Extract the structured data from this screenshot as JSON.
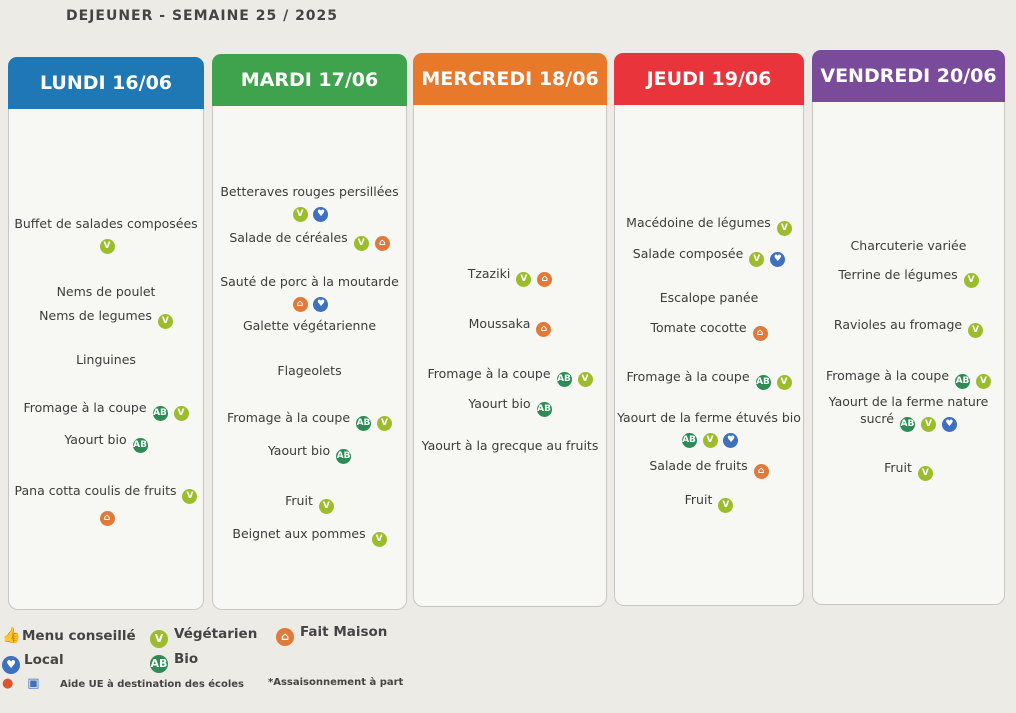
{
  "title": "DEJEUNER - SEMAINE 25 / 2025",
  "icons": {
    "vegetarien": {
      "glyph": "V",
      "color": "#9bbd2c"
    },
    "bio": {
      "glyph": "AB",
      "color": "#2d8b55"
    },
    "fait_maison": {
      "glyph": "⌂",
      "color": "#e07a3a"
    },
    "local": {
      "glyph": "♥",
      "color": "#3f6fbf"
    }
  },
  "days": [
    {
      "label": "LUNDI 16/06",
      "color": "#1f78b4",
      "dishes": [
        {
          "lines": [
            "Buffet de salades composées",
            ""
          ],
          "icons": [
            [],
            [
              "vegetarien"
            ]
          ]
        },
        {
          "lines": [
            "Nems de poulet"
          ],
          "icons": [
            []
          ]
        },
        {
          "lines": [
            "Nems de legumes"
          ],
          "icons": [
            [
              "vegetarien"
            ]
          ]
        },
        {
          "lines": [
            "Linguines"
          ],
          "icons": [
            []
          ]
        },
        {
          "lines": [
            "Fromage à la coupe"
          ],
          "icons": [
            [
              "bio",
              "vegetarien"
            ]
          ]
        },
        {
          "lines": [
            "Yaourt bio"
          ],
          "icons": [
            [
              "bio"
            ]
          ]
        },
        {
          "lines": [
            "Pana cotta coulis de fruits",
            ""
          ],
          "icons": [
            [
              "vegetarien"
            ],
            [
              "fait_maison"
            ]
          ]
        }
      ]
    },
    {
      "label": "MARDI 17/06",
      "color": "#3fa34d",
      "dishes": [
        {
          "lines": [
            "Betteraves rouges persillées",
            ""
          ],
          "icons": [
            [],
            [
              "vegetarien",
              "local"
            ]
          ]
        },
        {
          "lines": [
            "Salade de céréales"
          ],
          "icons": [
            [
              "vegetarien",
              "fait_maison"
            ]
          ]
        },
        {
          "lines": [
            "Sauté de porc à la moutarde",
            ""
          ],
          "icons": [
            [],
            [
              "fait_maison",
              "local"
            ]
          ]
        },
        {
          "lines": [
            "Galette végétarienne"
          ],
          "icons": [
            []
          ]
        },
        {
          "lines": [
            "Flageolets"
          ],
          "icons": [
            []
          ]
        },
        {
          "lines": [
            "Fromage à la coupe"
          ],
          "icons": [
            [
              "bio",
              "vegetarien"
            ]
          ]
        },
        {
          "lines": [
            "Yaourt bio"
          ],
          "icons": [
            [
              "bio"
            ]
          ]
        },
        {
          "lines": [
            "Fruit"
          ],
          "icons": [
            [
              "vegetarien"
            ]
          ]
        },
        {
          "lines": [
            "Beignet aux pommes"
          ],
          "icons": [
            [
              "vegetarien"
            ]
          ]
        }
      ]
    },
    {
      "label": "MERCREDI 18/06",
      "color": "#e8792b",
      "dishes": [
        {
          "lines": [
            "Tzaziki"
          ],
          "icons": [
            [
              "vegetarien",
              "fait_maison"
            ]
          ]
        },
        {
          "lines": [
            "Moussaka"
          ],
          "icons": [
            [
              "fait_maison"
            ]
          ]
        },
        {
          "lines": [
            "Fromage à la coupe"
          ],
          "icons": [
            [
              "bio",
              "vegetarien"
            ]
          ]
        },
        {
          "lines": [
            "Yaourt bio"
          ],
          "icons": [
            [
              "bio"
            ]
          ]
        },
        {
          "lines": [
            "Yaourt à la grecque au fruits"
          ],
          "icons": [
            []
          ]
        }
      ]
    },
    {
      "label": "JEUDI 19/06",
      "color": "#e8343a",
      "dishes": [
        {
          "lines": [
            "Macédoine de légumes"
          ],
          "icons": [
            [
              "vegetarien"
            ]
          ]
        },
        {
          "lines": [
            "Salade composée"
          ],
          "icons": [
            [
              "vegetarien",
              "local"
            ]
          ]
        },
        {
          "lines": [
            "Escalope panée"
          ],
          "icons": [
            []
          ]
        },
        {
          "lines": [
            "Tomate cocotte"
          ],
          "icons": [
            [
              "fait_maison"
            ]
          ]
        },
        {
          "lines": [
            "Fromage à la coupe"
          ],
          "icons": [
            [
              "bio",
              "vegetarien"
            ]
          ]
        },
        {
          "lines": [
            "Yaourt de la ferme étuvés bio",
            ""
          ],
          "icons": [
            [],
            [
              "bio",
              "vegetarien",
              "local"
            ]
          ]
        },
        {
          "lines": [
            "Salade de fruits"
          ],
          "icons": [
            [
              "fait_maison"
            ]
          ]
        },
        {
          "lines": [
            "Fruit"
          ],
          "icons": [
            [
              "vegetarien"
            ]
          ]
        }
      ]
    },
    {
      "label": "VENDREDI 20/06",
      "color": "#7a4b9a",
      "dishes": [
        {
          "lines": [
            "Charcuterie variée"
          ],
          "icons": [
            []
          ]
        },
        {
          "lines": [
            "Terrine de légumes"
          ],
          "icons": [
            [
              "vegetarien"
            ]
          ]
        },
        {
          "lines": [
            "Ravioles au fromage"
          ],
          "icons": [
            [
              "vegetarien"
            ]
          ]
        },
        {
          "lines": [
            "Fromage à la coupe"
          ],
          "icons": [
            [
              "bio",
              "vegetarien"
            ]
          ]
        },
        {
          "lines": [
            "Yaourt de la ferme nature",
            "sucré"
          ],
          "icons": [
            [],
            [
              "bio",
              "vegetarien",
              "local"
            ]
          ]
        },
        {
          "lines": [
            "Fruit"
          ],
          "icons": [
            [
              "vegetarien"
            ]
          ]
        }
      ]
    }
  ],
  "legend": {
    "menu_conseille": "Menu conseillé",
    "vegetarien": "Végétarien",
    "fait_maison": "Fait Maison",
    "local": "Local",
    "bio": "Bio",
    "aide_ue": "Aide UE à destination des écoles",
    "assaisonnement": "*Assaisonnement à part"
  }
}
